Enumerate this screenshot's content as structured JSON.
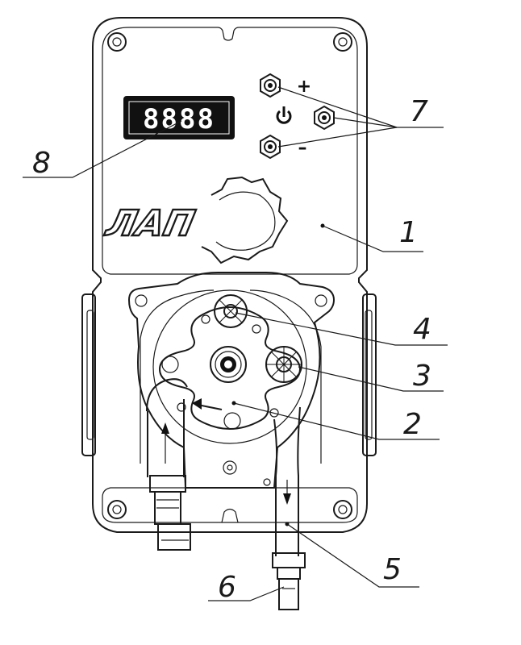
{
  "display": {
    "readout": "8888"
  },
  "buttons": {
    "plus_label": "+",
    "minus_label": "–",
    "power_symbol": "⏻"
  },
  "logo": {
    "text": "ЛАП"
  },
  "callouts": [
    "1",
    "2",
    "3",
    "4",
    "5",
    "6",
    "7",
    "8"
  ]
}
